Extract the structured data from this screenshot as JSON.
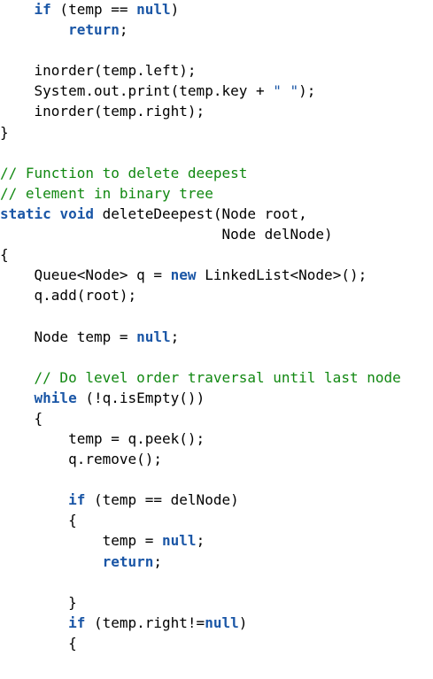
{
  "colors": {
    "keyword": "#1a56a6",
    "comment": "#118811",
    "string": "#1a56a6",
    "text": "#000000",
    "background": "#ffffff"
  },
  "code_lines": [
    [
      {
        "t": "    ",
        "k": "tx"
      },
      {
        "t": "if",
        "k": "kw"
      },
      {
        "t": " (temp == ",
        "k": "tx"
      },
      {
        "t": "null",
        "k": "kw"
      },
      {
        "t": ")",
        "k": "tx"
      }
    ],
    [
      {
        "t": "        ",
        "k": "tx"
      },
      {
        "t": "return",
        "k": "kw"
      },
      {
        "t": ";",
        "k": "tx"
      }
    ],
    [],
    [
      {
        "t": "    inorder(temp.left);",
        "k": "tx"
      }
    ],
    [
      {
        "t": "    System.out.print(temp.key + ",
        "k": "tx"
      },
      {
        "t": "\" \"",
        "k": "st"
      },
      {
        "t": ");",
        "k": "tx"
      }
    ],
    [
      {
        "t": "    inorder(temp.right);",
        "k": "tx"
      }
    ],
    [
      {
        "t": "}",
        "k": "tx"
      }
    ],
    [],
    [
      {
        "t": "// Function to delete deepest",
        "k": "cm"
      }
    ],
    [
      {
        "t": "// element in binary tree",
        "k": "cm"
      }
    ],
    [
      {
        "t": "static",
        "k": "kw"
      },
      {
        "t": " ",
        "k": "tx"
      },
      {
        "t": "void",
        "k": "kw"
      },
      {
        "t": " deleteDeepest(Node root,",
        "k": "tx"
      }
    ],
    [
      {
        "t": "                          Node delNode)",
        "k": "tx"
      }
    ],
    [
      {
        "t": "{",
        "k": "tx"
      }
    ],
    [
      {
        "t": "    Queue<Node> q = ",
        "k": "tx"
      },
      {
        "t": "new",
        "k": "kw"
      },
      {
        "t": " LinkedList<Node>();",
        "k": "tx"
      }
    ],
    [
      {
        "t": "    q.add(root);",
        "k": "tx"
      }
    ],
    [],
    [
      {
        "t": "    Node temp = ",
        "k": "tx"
      },
      {
        "t": "null",
        "k": "kw"
      },
      {
        "t": ";",
        "k": "tx"
      }
    ],
    [],
    [
      {
        "t": "    ",
        "k": "tx"
      },
      {
        "t": "// Do level order traversal until last node",
        "k": "cm"
      }
    ],
    [
      {
        "t": "    ",
        "k": "tx"
      },
      {
        "t": "while",
        "k": "kw"
      },
      {
        "t": " (!q.isEmpty())",
        "k": "tx"
      }
    ],
    [
      {
        "t": "    {",
        "k": "tx"
      }
    ],
    [
      {
        "t": "        temp = q.peek();",
        "k": "tx"
      }
    ],
    [
      {
        "t": "        q.remove();",
        "k": "tx"
      }
    ],
    [],
    [
      {
        "t": "        ",
        "k": "tx"
      },
      {
        "t": "if",
        "k": "kw"
      },
      {
        "t": " (temp == delNode)",
        "k": "tx"
      }
    ],
    [
      {
        "t": "        {",
        "k": "tx"
      }
    ],
    [
      {
        "t": "            temp = ",
        "k": "tx"
      },
      {
        "t": "null",
        "k": "kw"
      },
      {
        "t": ";",
        "k": "tx"
      }
    ],
    [
      {
        "t": "            ",
        "k": "tx"
      },
      {
        "t": "return",
        "k": "kw"
      },
      {
        "t": ";",
        "k": "tx"
      }
    ],
    [],
    [
      {
        "t": "        }",
        "k": "tx"
      }
    ],
    [
      {
        "t": "        ",
        "k": "tx"
      },
      {
        "t": "if",
        "k": "kw"
      },
      {
        "t": " (temp.right!=",
        "k": "tx"
      },
      {
        "t": "null",
        "k": "kw"
      },
      {
        "t": ")",
        "k": "tx"
      }
    ],
    [
      {
        "t": "        {",
        "k": "tx"
      }
    ]
  ]
}
